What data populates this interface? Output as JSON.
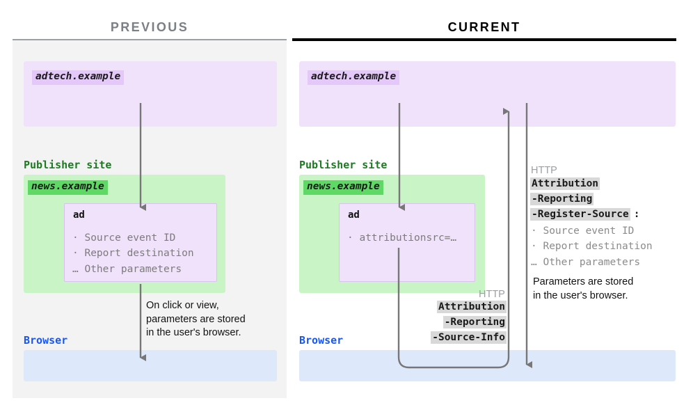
{
  "panels": {
    "previous": {
      "title": "PREVIOUS",
      "adtech": {
        "chip": "adtech.example"
      },
      "publisher": {
        "label": "Publisher site",
        "chip": "news.example"
      },
      "ad": {
        "title": "ad",
        "items": [
          "· Source event ID",
          "· Report destination",
          "… Other parameters"
        ]
      },
      "browser": {
        "label": "Browser"
      },
      "note": [
        "On click or view,",
        "parameters are stored",
        "in the user's browser."
      ]
    },
    "current": {
      "title": "CURRENT",
      "adtech": {
        "chip": "adtech.example"
      },
      "publisher": {
        "label": "Publisher site",
        "chip": "news.example"
      },
      "ad": {
        "title": "ad",
        "items": [
          "· attributionsrc=…"
        ]
      },
      "browser": {
        "label": "Browser"
      },
      "request_header": {
        "http_label": "HTTP",
        "lines": [
          "Attribution",
          "-Reporting",
          "-Source-Info"
        ]
      },
      "response_header": {
        "http_label": "HTTP",
        "lines": [
          "Attribution",
          "-Reporting",
          "-Register-Source"
        ],
        "colon": ":",
        "params": [
          "· Source event ID",
          "· Report destination",
          "… Other parameters"
        ]
      },
      "note": [
        "Parameters are stored",
        "in the user's browser."
      ]
    }
  },
  "colors": {
    "panel_bg_previous": "#f3f3f3",
    "adtech_zone": "#f1e2fb",
    "adtech_chip": "#e3c8f9",
    "publisher_zone": "#c9f4c6",
    "publisher_chip": "#5fd866",
    "publisher_label": "#1d7a22",
    "browser_zone": "#dde8fb",
    "browser_label": "#1a56f0",
    "arrow": "#777777",
    "header_highlight": "#d8d8d8",
    "muted_text": "#9aa0a6",
    "title_previous": "#7b8086",
    "title_current": "#000000"
  }
}
